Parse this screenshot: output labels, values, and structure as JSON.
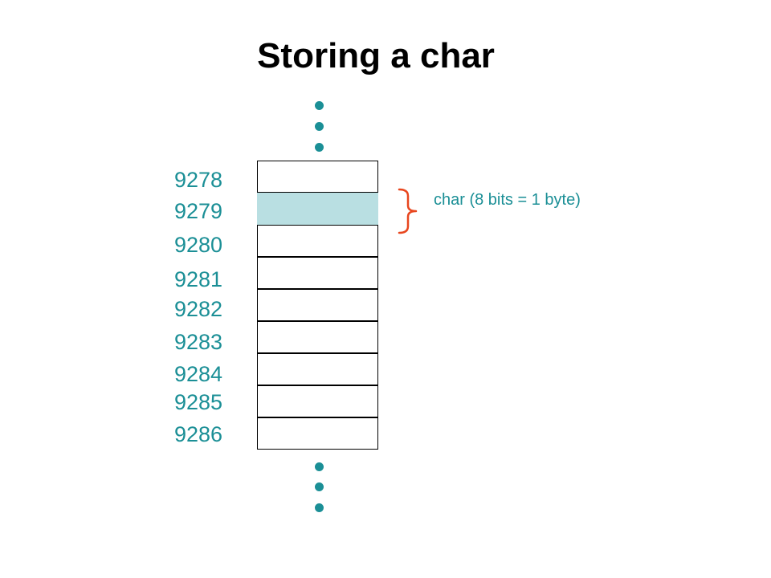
{
  "title": "Storing a char",
  "memory": {
    "addresses": [
      "9278",
      "9279",
      "9280",
      "9281",
      "9282",
      "9283",
      "9284",
      "9285",
      "9286"
    ],
    "highlighted_address": "9279",
    "highlight_color": "#b9dfe2"
  },
  "annotation": {
    "label": "char (8 bits = 1 byte)",
    "brace_color": "#e8461e"
  },
  "colors": {
    "teal": "#1b8f96",
    "title": "#000000"
  }
}
